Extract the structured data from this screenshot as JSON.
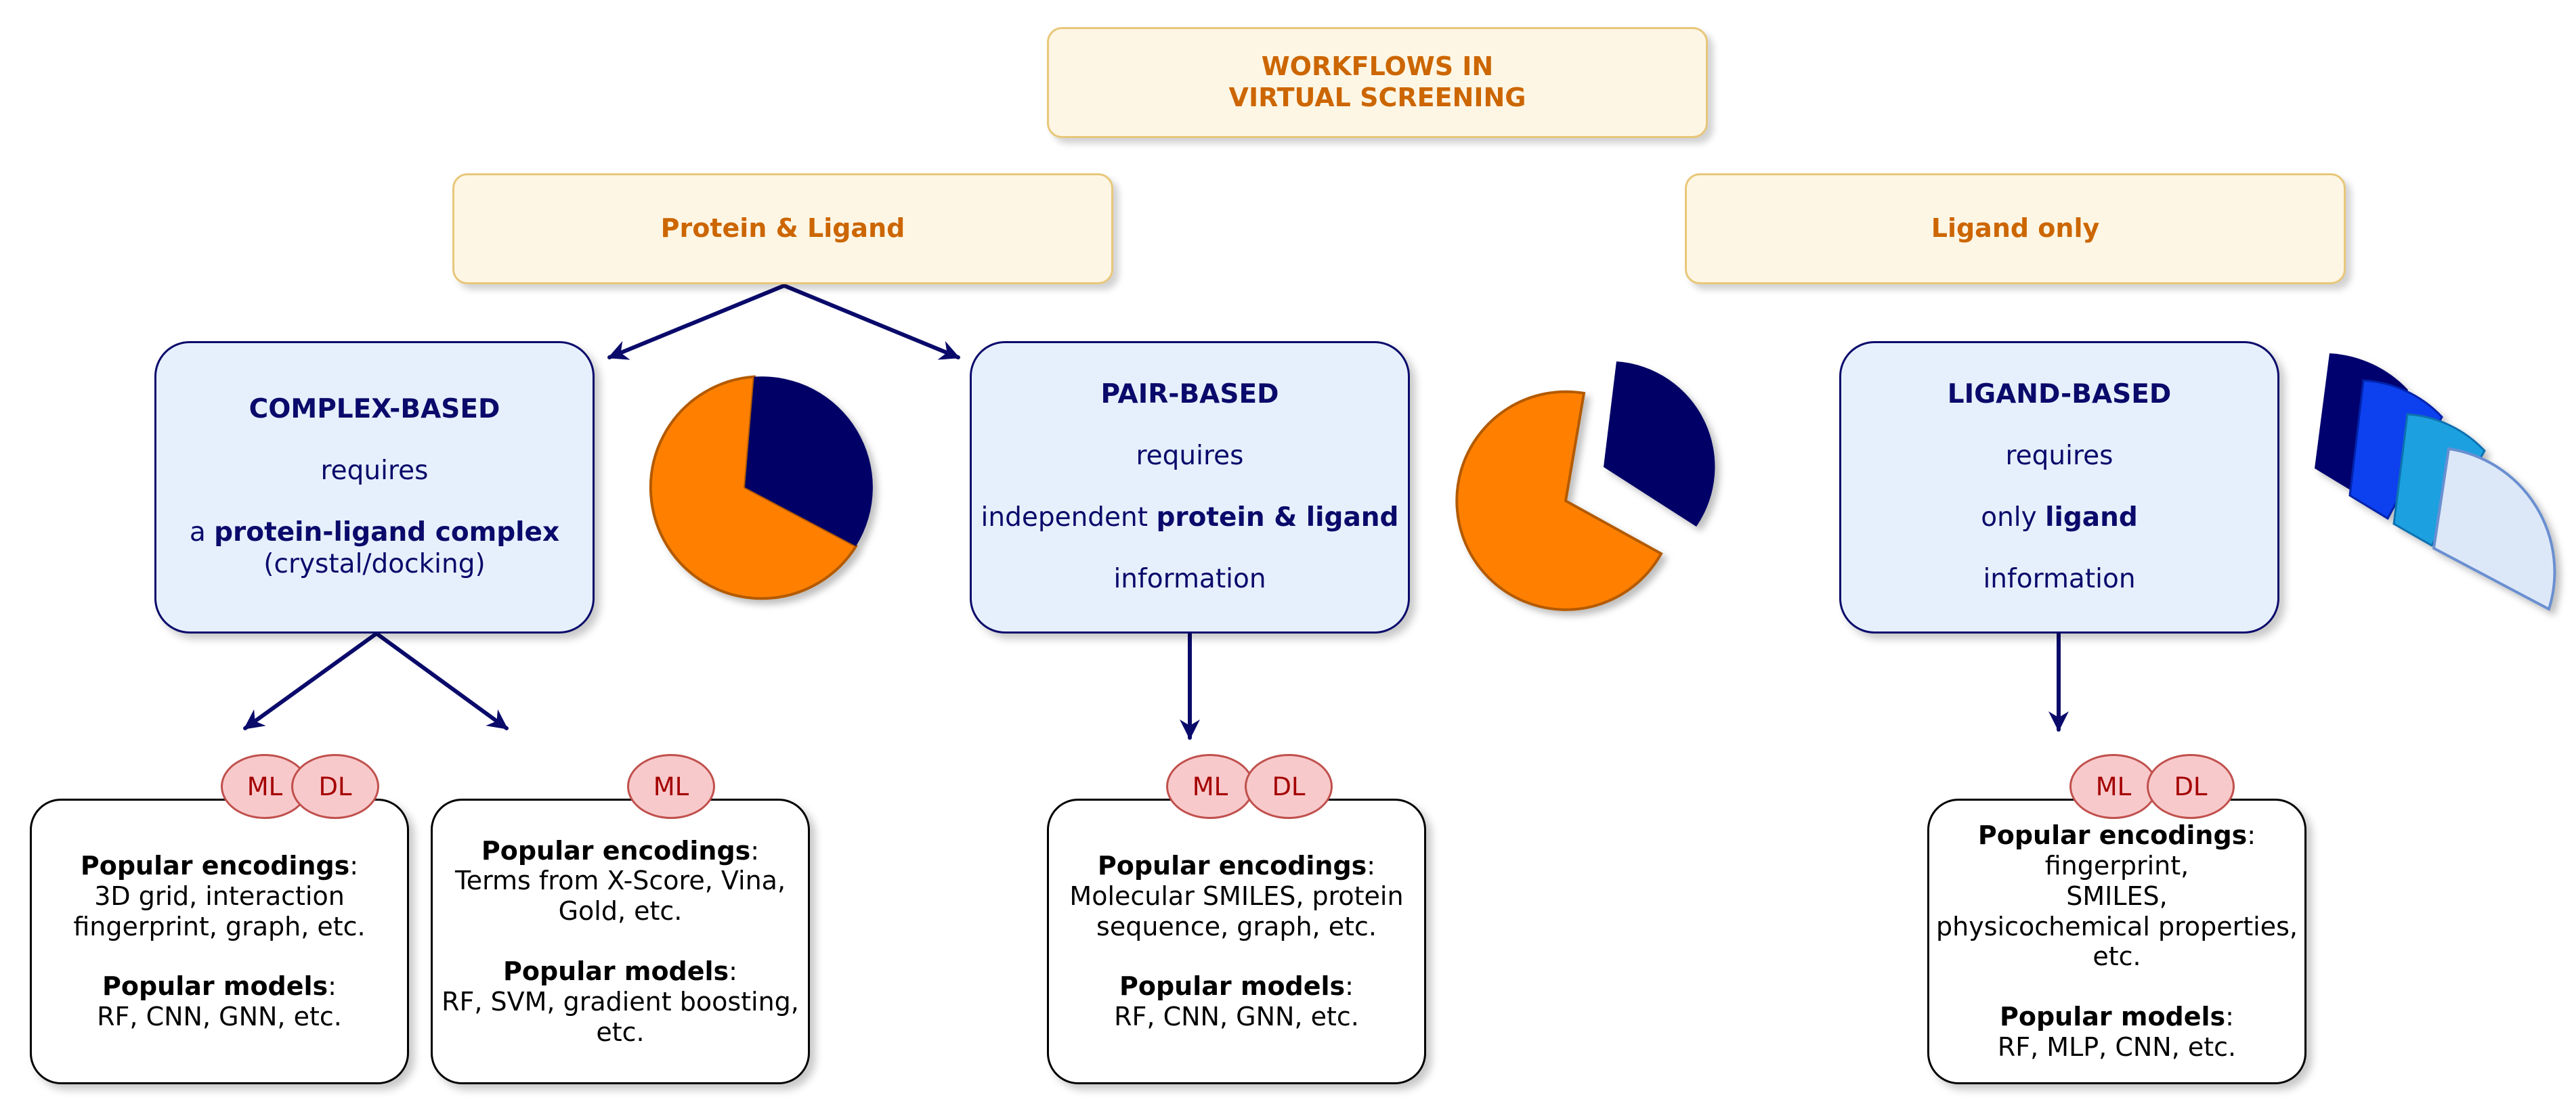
{
  "title": {
    "line1": "WORKFLOWS IN",
    "line2": "VIRTUAL SCREENING"
  },
  "categories": {
    "protein_ligand": "Protein & Ligand",
    "ligand_only": "Ligand only"
  },
  "complex_based": {
    "title": "COMPLEX-BASED",
    "requires": "requires",
    "pre": "a ",
    "bold": "protein-ligand complex",
    "note": "(crystal/docking)"
  },
  "pair_based": {
    "title": "PAIR-BASED",
    "requires": "requires",
    "pre": "independent ",
    "bold": "protein & ligand",
    "info": "information"
  },
  "ligand_based": {
    "title": "LIGAND-BASED",
    "requires": "requires",
    "pre": "only ",
    "bold": "ligand",
    "info": "information"
  },
  "badges": {
    "ml": "ML",
    "dl": "DL"
  },
  "boxes": {
    "complex_dl": {
      "enc_label": "Popular encodings",
      "enc_lines": [
        "3D grid, interaction",
        "fingerprint, graph, etc."
      ],
      "mod_label": "Popular models",
      "mod_lines": [
        "RF, CNN, GNN, etc."
      ]
    },
    "complex_ml": {
      "enc_label": "Popular encodings",
      "enc_lines": [
        "Terms from X-Score, Vina,",
        "Gold, etc."
      ],
      "mod_label": "Popular models",
      "mod_lines": [
        "RF, SVM, gradient boosting,",
        "etc."
      ]
    },
    "pair": {
      "enc_label": "Popular encodings",
      "enc_lines": [
        "Molecular SMILES, protein",
        "sequence, graph, etc."
      ],
      "mod_label": "Popular models",
      "mod_lines": [
        "RF, CNN, GNN, etc."
      ]
    },
    "ligand": {
      "enc_label": "Popular encodings",
      "enc_lines": [
        "fingerprint,",
        "SMILES,",
        "physicochemical properties,",
        "etc."
      ],
      "mod_label": "Popular models",
      "mod_lines": [
        "RF, MLP, CNN, etc."
      ]
    }
  },
  "colors": {
    "navy": "#0a0a6b",
    "orange": "#ff8000",
    "title_orange": "#cc6600",
    "tan_fill": "#fef6e4",
    "blue_fill": "#e6f0fc",
    "badge_fill": "#f8c9cb"
  }
}
